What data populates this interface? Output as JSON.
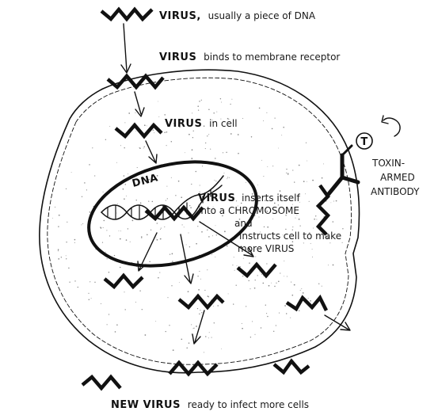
{
  "labels": {
    "virus_top_caps": "VIRUS,",
    "virus_top_rest": "usually a piece of DNA",
    "binds_caps": "VIRUS",
    "binds_rest": "binds to membrane receptor",
    "in_cell_caps": "VIRUS",
    "in_cell_rest": "in cell",
    "dna": "DNA",
    "inserts_caps": "VIRUS",
    "inserts_rest": "inserts itself",
    "chromosome_line": "into a CHROMOSOME",
    "and": "and",
    "instructs": "instructs cell to make",
    "more_virus": "more VIRUS",
    "toxin_symbol": "T",
    "toxin_line1": "TOXIN-",
    "toxin_line2": "ARMED",
    "toxin_line3": "ANTIBODY",
    "bottom_caps": "NEW VIRUS",
    "bottom_rest": "ready to infect more cells"
  },
  "colors": {
    "ink": "#111111",
    "paper": "#ffffff"
  },
  "icons": {
    "virus": "zigzag-virus-icon",
    "antibody": "y-shaped-antibody-icon",
    "toxin": "circled-t-toxin-icon",
    "curved_arrow": "curved-arrow-icon"
  }
}
